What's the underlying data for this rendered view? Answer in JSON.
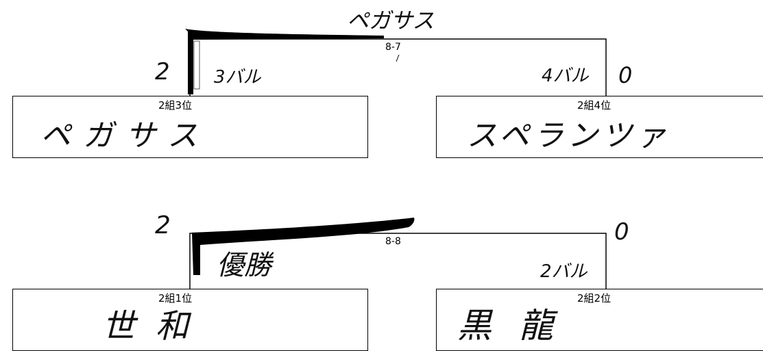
{
  "match_1": {
    "code": "8-7",
    "winner_note": "ペガサス",
    "team_a": {
      "seed": "2組3位",
      "name": "ペガサス",
      "score": "2",
      "note": "3バル"
    },
    "team_b": {
      "seed": "2組4位",
      "name": "スペランツァ",
      "score": "0",
      "note": "4バル"
    }
  },
  "match_2": {
    "code": "8-8",
    "winner_note": "優勝",
    "team_a": {
      "seed": "2組1位",
      "name": "世和",
      "score": "2"
    },
    "team_b": {
      "seed": "2組2位",
      "name": "黒龍",
      "score": "0",
      "note": "2バル"
    }
  },
  "colors": {
    "ink": "#000000",
    "paper": "#ffffff"
  }
}
